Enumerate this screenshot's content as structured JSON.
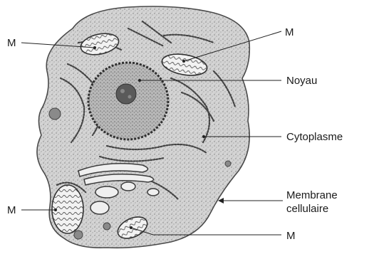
{
  "labels": {
    "m_top_left": "M",
    "m_top_right": "M",
    "noyau": "Noyau",
    "cytoplasme": "Cytoplasme",
    "membrane_line1": "Membrane",
    "membrane_line2": "cellulaire",
    "m_bottom_left": "M",
    "m_bottom_right": "M"
  }
}
